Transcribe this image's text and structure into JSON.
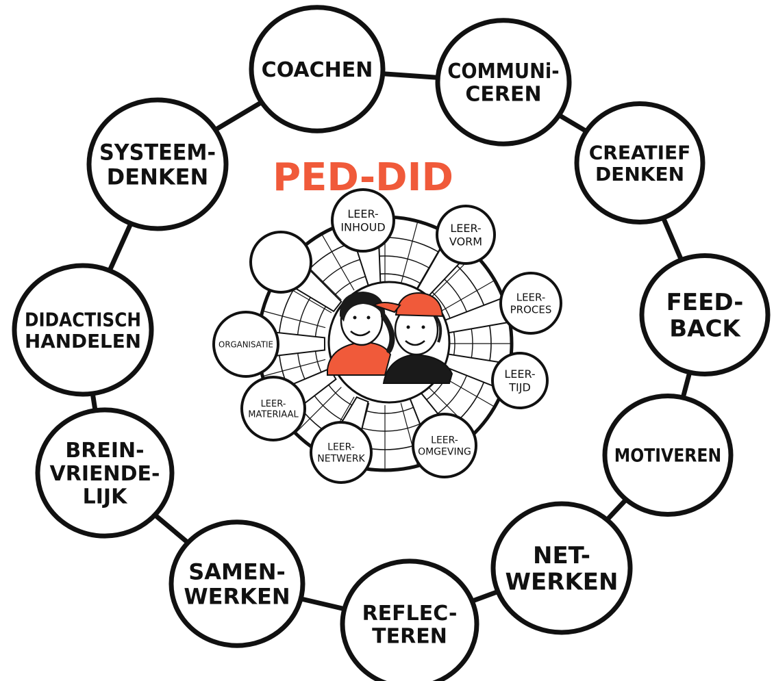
{
  "title": {
    "text": "PED-DID",
    "color": "#f05a3a"
  },
  "outer_skills": [
    {
      "id": "coachen",
      "lines": [
        "COACHEN"
      ]
    },
    {
      "id": "communiceren",
      "lines": [
        "COMMUNi-",
        "CEREN"
      ]
    },
    {
      "id": "creatief-denken",
      "lines": [
        "CREATIEF",
        "DENKEN"
      ]
    },
    {
      "id": "feedback",
      "lines": [
        "FEED-",
        "BACK"
      ]
    },
    {
      "id": "motiveren",
      "lines": [
        "MOTIVEREN"
      ]
    },
    {
      "id": "netwerken",
      "lines": [
        "NET-",
        "WERKEN"
      ]
    },
    {
      "id": "reflecteren",
      "lines": [
        "REFLEC-",
        "TEREN"
      ]
    },
    {
      "id": "samenwerken",
      "lines": [
        "SAMEN-",
        "WERKEN"
      ]
    },
    {
      "id": "breinvriendelijk",
      "lines": [
        "BREIN-",
        "VRIENDE-",
        "LIJK"
      ]
    },
    {
      "id": "didactisch-handelen",
      "lines": [
        "DIDACTISCH",
        "HANDELEN"
      ]
    },
    {
      "id": "systeemdenken",
      "lines": [
        "SYSTEEM-",
        "DENKEN"
      ]
    }
  ],
  "inner_elements": [
    {
      "id": "leerinhoud",
      "lines": [
        "LEER-",
        "INHOUD"
      ]
    },
    {
      "id": "leervorm",
      "lines": [
        "LEER-",
        "VORM"
      ]
    },
    {
      "id": "leerproces",
      "lines": [
        "LEER-",
        "PROCES"
      ]
    },
    {
      "id": "leertijd",
      "lines": [
        "LEER-",
        "TIJD"
      ]
    },
    {
      "id": "leeromgeving",
      "lines": [
        "LEER-",
        "OMGEVING"
      ]
    },
    {
      "id": "leernetwerk",
      "lines": [
        "LEER-",
        "NETWERK"
      ]
    },
    {
      "id": "leermateriaal",
      "lines": [
        "LEER-",
        "MATERIAAL"
      ]
    },
    {
      "id": "organisatie",
      "lines": [
        "ORGANISATIE"
      ]
    },
    {
      "id": "blank",
      "lines": []
    }
  ],
  "colors": {
    "ink": "#111111",
    "accent": "#f05a3a",
    "shirt_dark": "#1a1a1a",
    "shirt_accent": "#f05a3a"
  }
}
